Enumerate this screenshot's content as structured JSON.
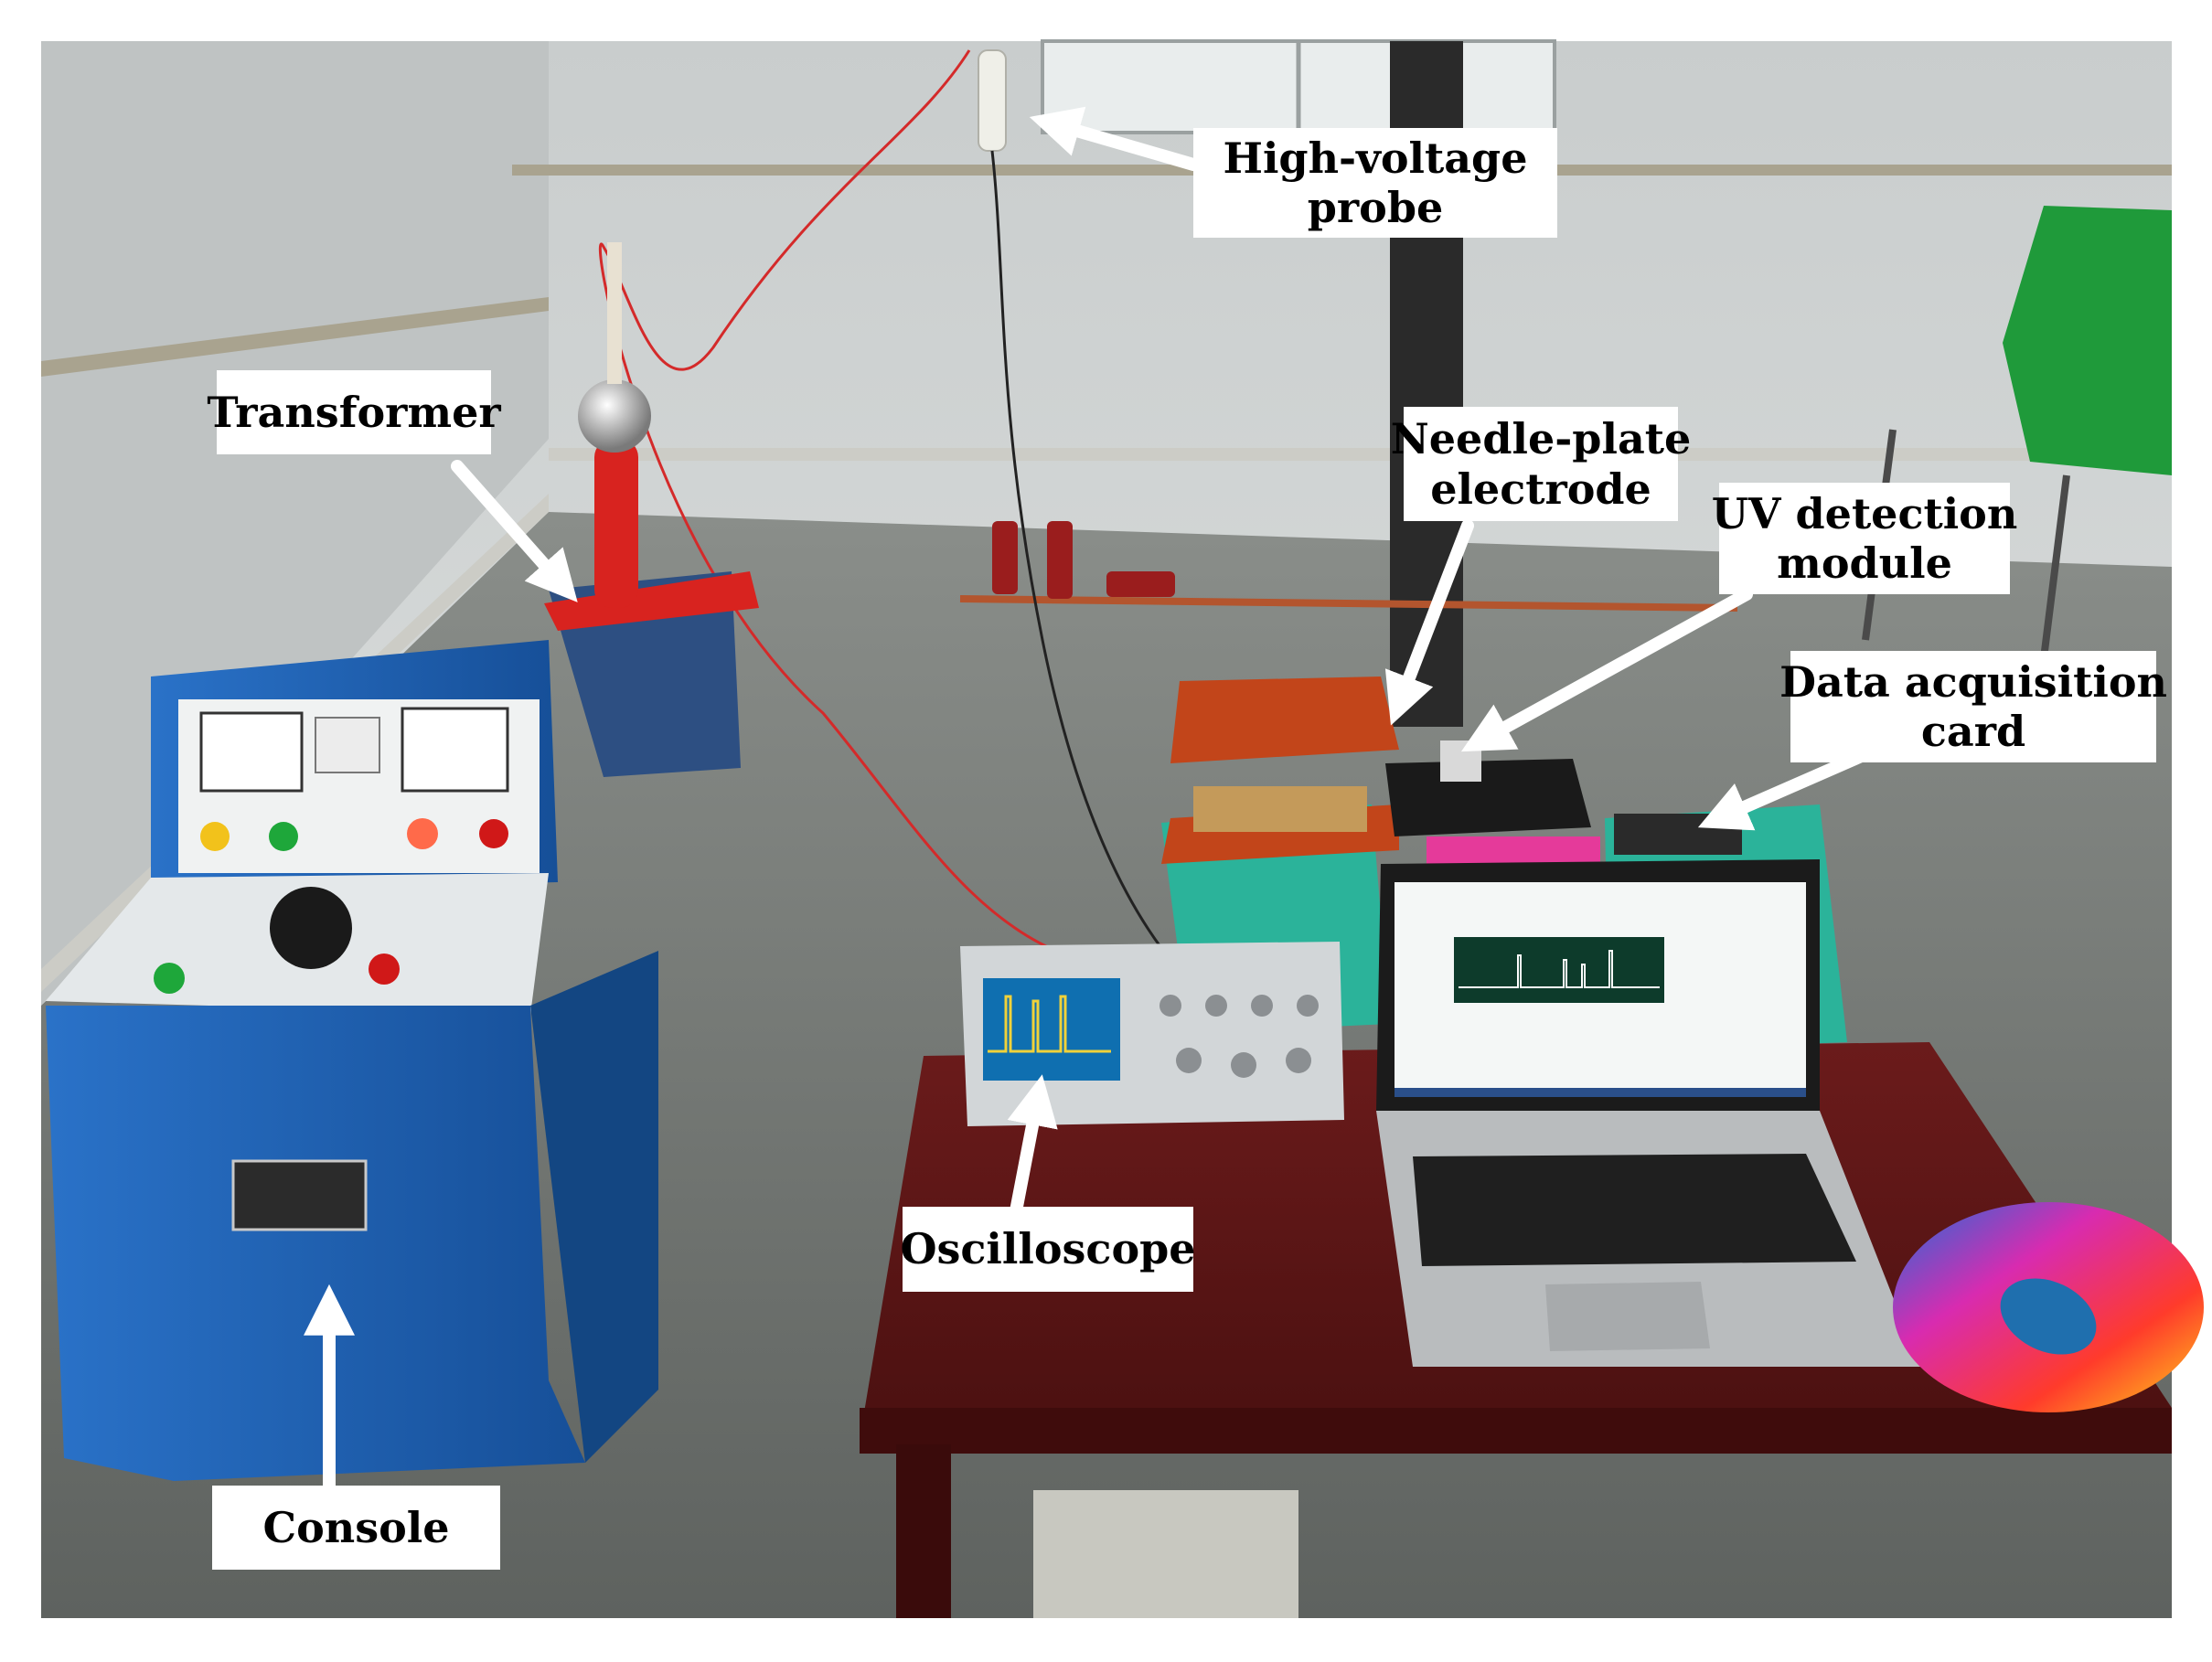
{
  "labels": {
    "high_voltage_probe": {
      "line1": "High-voltage",
      "line2": "probe"
    },
    "transformer": {
      "text": "Transformer"
    },
    "needle_plate_electrode": {
      "line1": "Needle-plate",
      "line2": "electrode"
    },
    "uv_detection_module": {
      "line1": "UV detection",
      "line2": "module"
    },
    "data_acquisition_card": {
      "line1": "Data acquisition",
      "line2": "card"
    },
    "oscilloscope": {
      "text": "Oscilloscope"
    },
    "console": {
      "text": "Console"
    }
  },
  "colors": {
    "wall": "#d9dcdc",
    "floor": "#6f7470",
    "console_blue": "#1d63b8",
    "transformer_red": "#d8231f",
    "table_maroon": "#5a1414",
    "stool_teal": "#2bb39a",
    "chair_green": "#1f9a3a",
    "laptop_screen": "#f4f7f6",
    "arrow": "#ffffff"
  }
}
